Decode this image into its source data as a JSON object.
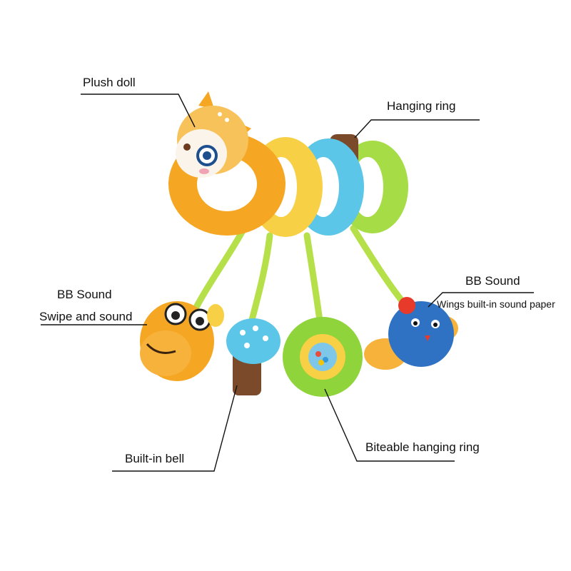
{
  "callouts": {
    "plush_doll": "Plush doll",
    "hanging_ring": "Hanging ring",
    "bb_sound_left": "BB Sound",
    "swipe_and_sound": "Swipe and sound",
    "bb_sound_right": "BB Sound",
    "wings_sound_paper": "Wings built-in sound paper",
    "built_in_bell": "Built-in bell",
    "biteable_ring": "Biteable hanging ring"
  },
  "colors": {
    "orange": "#f5a623",
    "yellow": "#f7d046",
    "blue": "#5cc6e8",
    "green": "#9ed63a",
    "ribbon": "#b6e04a",
    "brown": "#7a4a2a",
    "bird_blue": "#2f72c4",
    "line": "#111111"
  }
}
